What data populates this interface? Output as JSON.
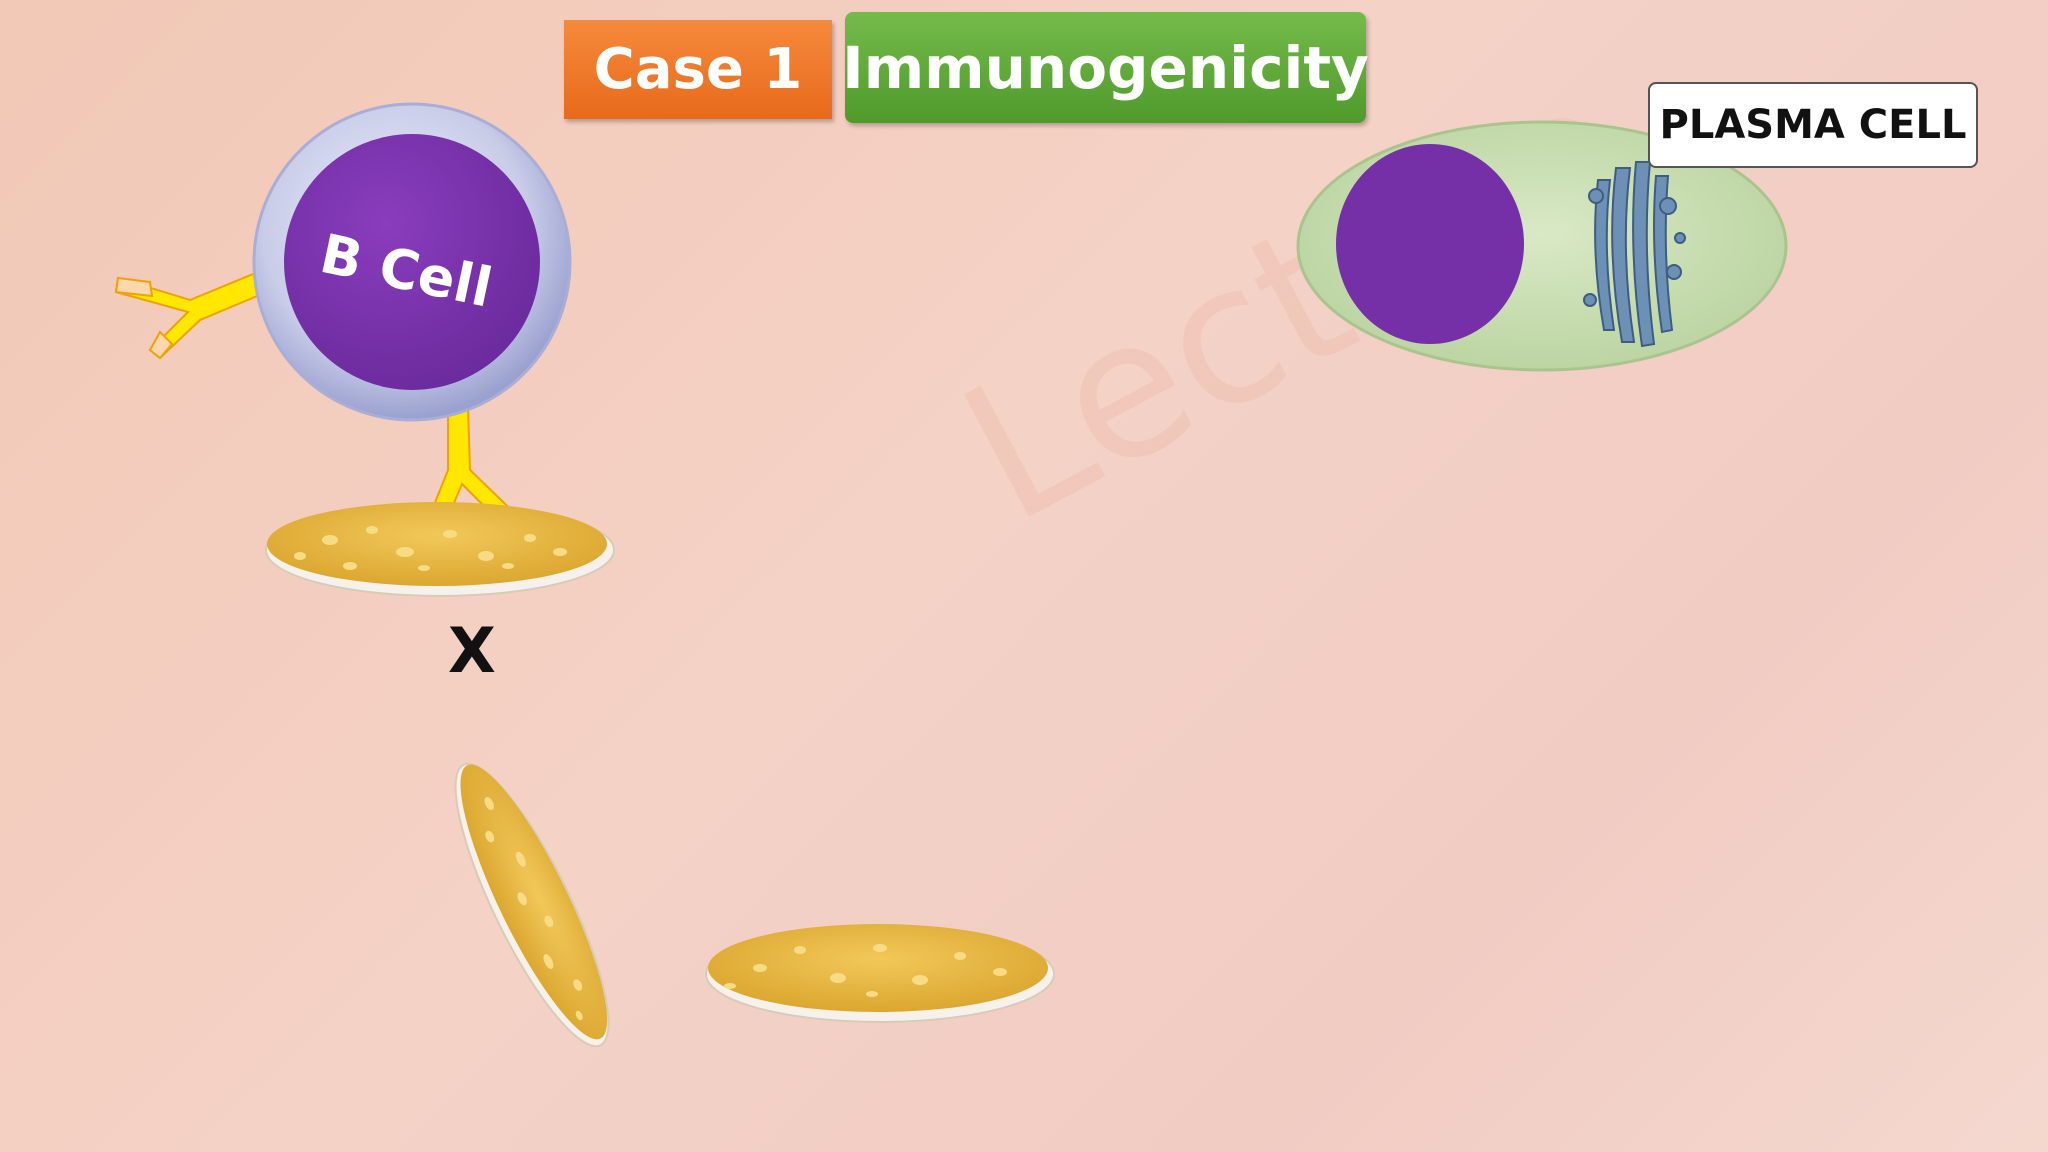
{
  "header": {
    "case_label": "Case 1",
    "topic_label": "Immunogenicity"
  },
  "bcell": {
    "label": "B Cell"
  },
  "plasma_cell": {
    "label": "PLASMA CELL"
  },
  "status": {
    "x_mark": "X"
  },
  "colors": {
    "orange": "#e86a1b",
    "green": "#4f9a2c",
    "purple": "#7530a8",
    "antibody_yellow": "#ffe700",
    "antigen_gold": "#e9b93a",
    "plasma_green": "#c9deb2",
    "golgi_blue": "#5a7fa3"
  }
}
